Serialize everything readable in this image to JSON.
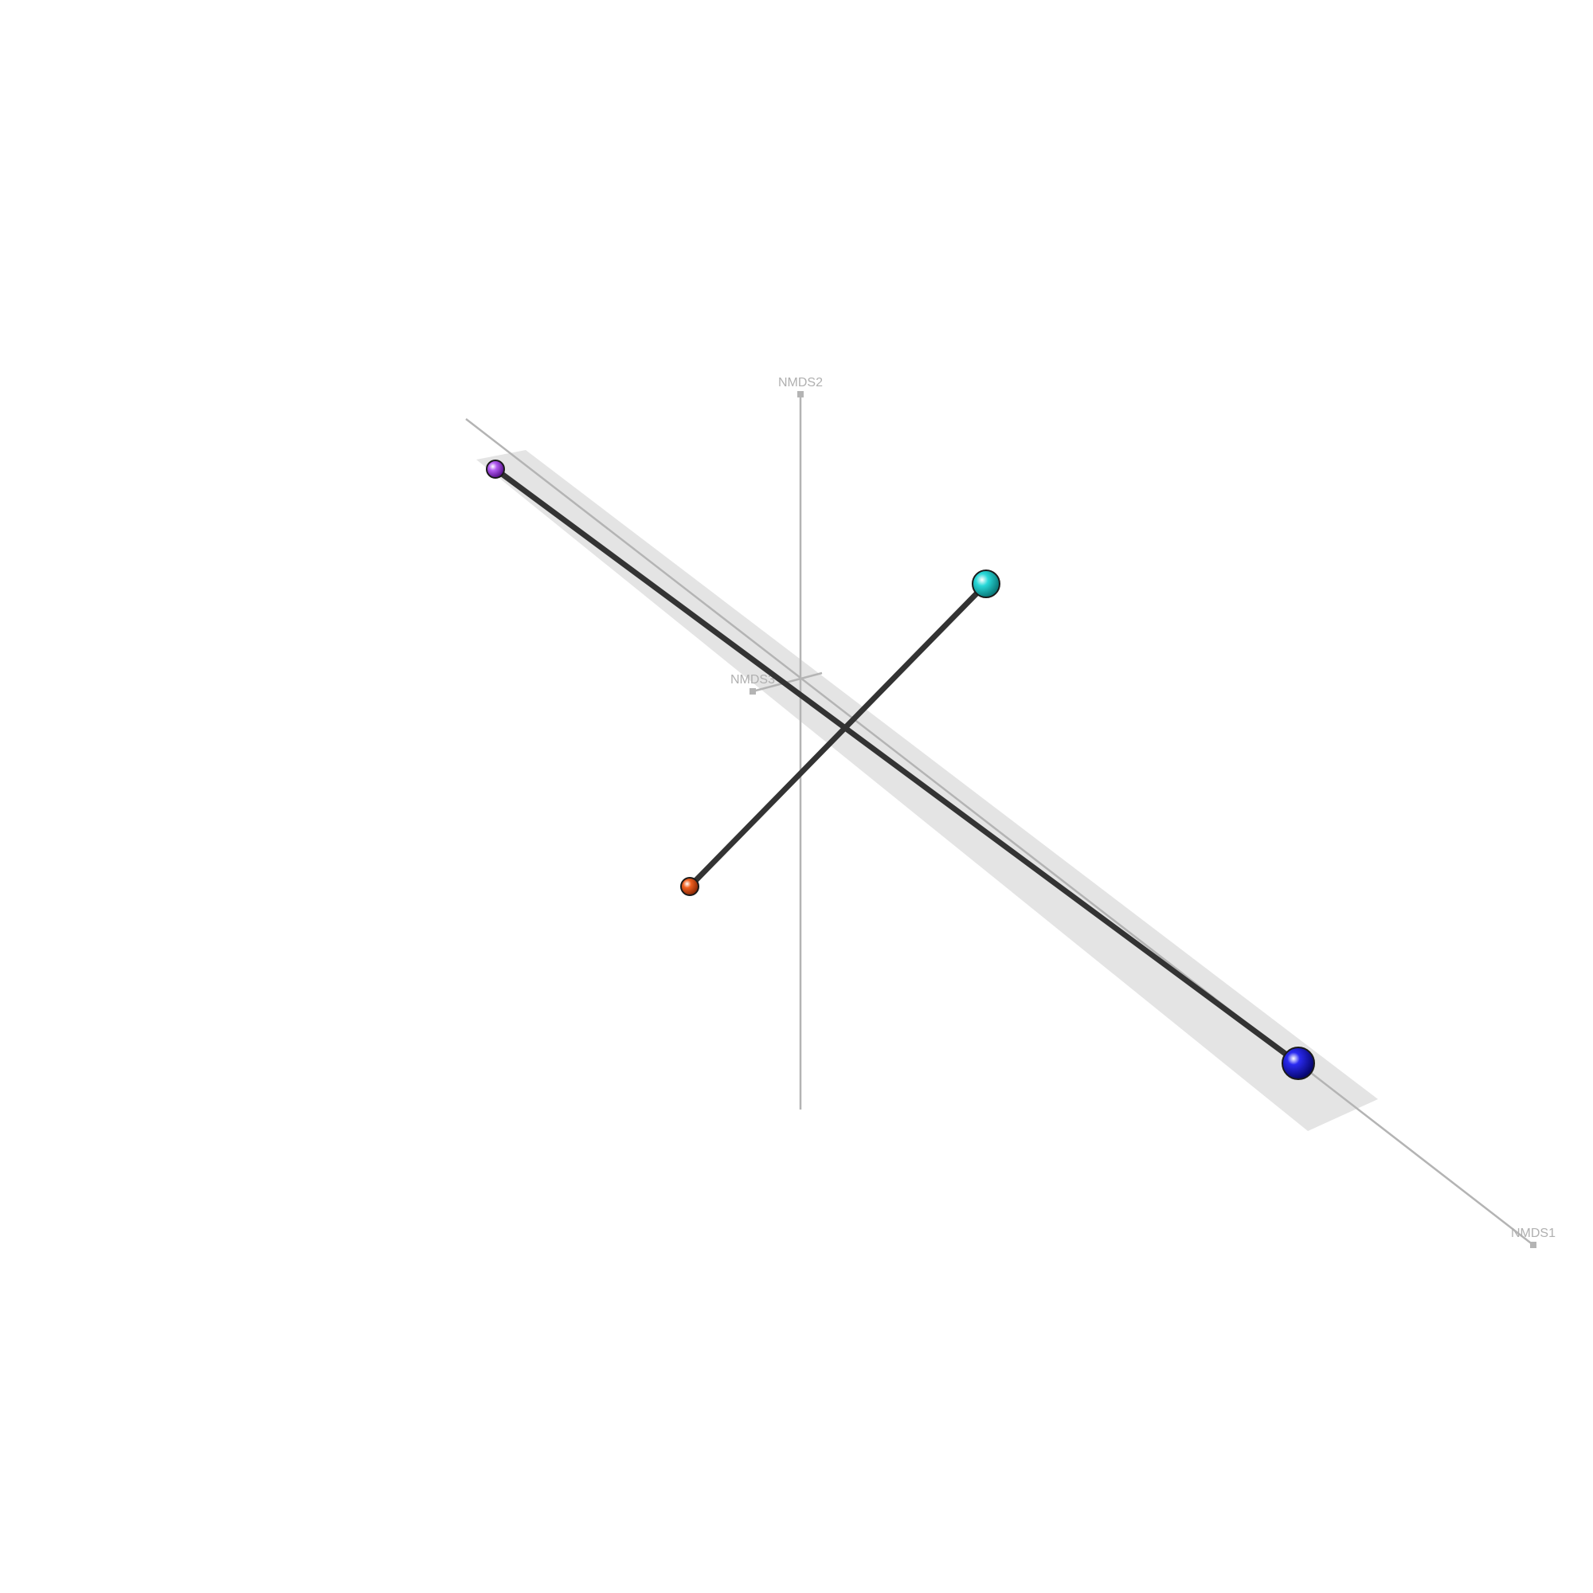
{
  "chart_data": {
    "type": "scatter",
    "projection": "3d",
    "title": "",
    "axes": {
      "x": {
        "label": "NMDS1"
      },
      "y": {
        "label": "NMDS2"
      },
      "z": {
        "label": "NMDS3"
      }
    },
    "grid": false,
    "legend": "none",
    "points": [
      {
        "id": "p-purple",
        "color": "#9b30d9",
        "relative_size": 0.8
      },
      {
        "id": "p-cyan",
        "color": "#14c8c8",
        "relative_size": 1.1
      },
      {
        "id": "p-orange",
        "color": "#e04a10",
        "relative_size": 0.8
      },
      {
        "id": "p-blue",
        "color": "#1414d8",
        "relative_size": 1.3
      }
    ],
    "segments": [
      {
        "from": "p-purple",
        "to": "p-blue",
        "color": "#333333"
      },
      {
        "from": "p-orange",
        "to": "p-cyan",
        "color": "#333333"
      }
    ],
    "plane_color": "#e4e4e4",
    "axis_color": "#b4b4b4"
  }
}
